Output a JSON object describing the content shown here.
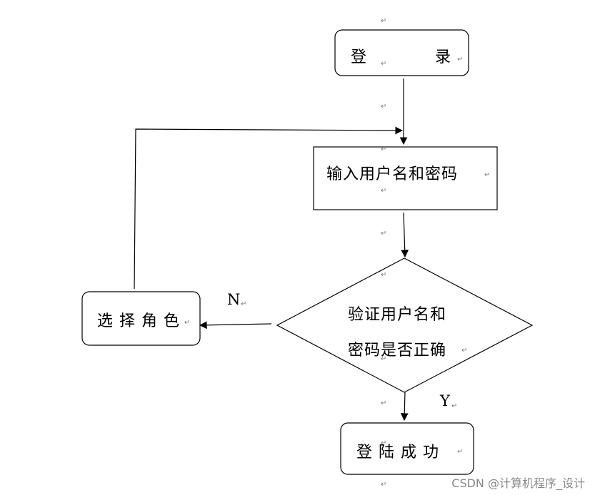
{
  "nodes": {
    "login": {
      "char1": "登",
      "char2": "录"
    },
    "input_credentials": "输入用户名和密码",
    "verify": {
      "line1": "验证用户名和",
      "line2": "密码是否正确"
    },
    "select_role": "选 择 角 色",
    "login_success": "登 陆 成 功"
  },
  "edges": {
    "no_label": "N",
    "yes_label": "Y"
  },
  "paragraph_mark": "↵",
  "watermark": "CSDN @计算机程序_设计"
}
